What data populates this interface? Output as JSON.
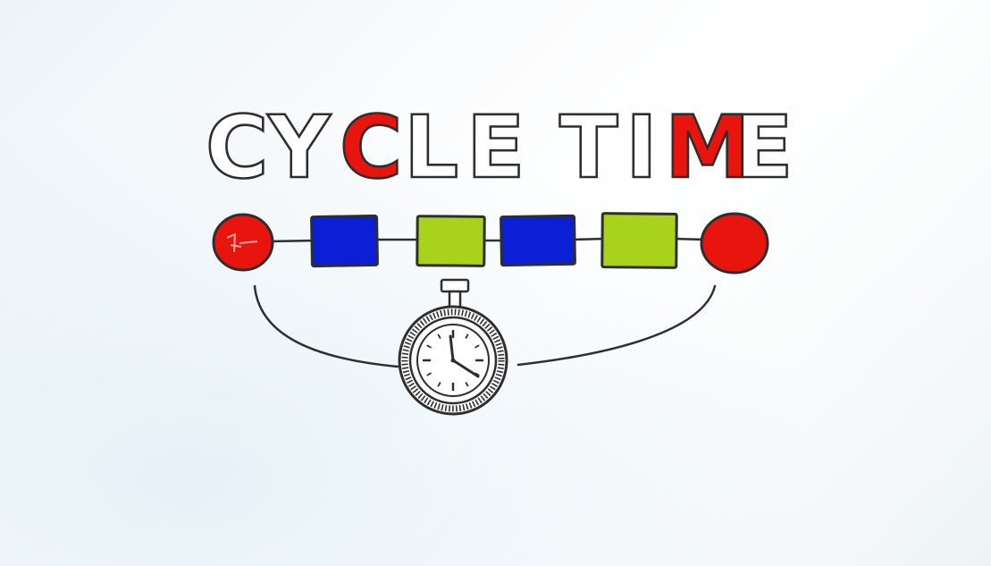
{
  "title": {
    "letters": [
      {
        "ch": "C",
        "highlight": false
      },
      {
        "ch": "Y",
        "highlight": false
      },
      {
        "ch": "C",
        "highlight": true
      },
      {
        "ch": "L",
        "highlight": false
      },
      {
        "ch": "E",
        "highlight": false
      },
      {
        "ch": " ",
        "highlight": false
      },
      {
        "ch": "T",
        "highlight": false
      },
      {
        "ch": "I",
        "highlight": false
      },
      {
        "ch": "M",
        "highlight": true
      },
      {
        "ch": "E",
        "highlight": false
      }
    ]
  },
  "process_chain": [
    {
      "shape": "circle",
      "color": "#e8140e"
    },
    {
      "shape": "rect",
      "color": "#0a1fd6"
    },
    {
      "shape": "rect",
      "color": "#a9d21c"
    },
    {
      "shape": "rect",
      "color": "#0a1fd6"
    },
    {
      "shape": "rect",
      "color": "#a9d21c"
    },
    {
      "shape": "circle",
      "color": "#e8140e"
    }
  ],
  "colors": {
    "ink": "#2e2e2e",
    "highlight_red": "#e8140e",
    "outline_fill": "#ffffff"
  },
  "icons": {
    "timer": "stopwatch-icon"
  }
}
